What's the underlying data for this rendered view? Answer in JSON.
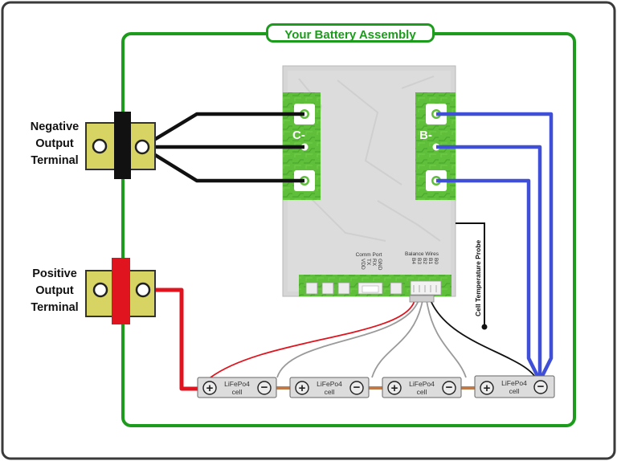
{
  "title": "Your Battery Assembly",
  "negative_terminal": [
    "Negative",
    "Output",
    "Terminal"
  ],
  "positive_terminal": [
    "Positive",
    "Output",
    "Terminal"
  ],
  "bms": {
    "c_label": "C-",
    "b_label": "B-",
    "comm_port": {
      "title": "Comm Port",
      "pins": [
        "GND",
        "RX",
        "TX",
        "VDD"
      ]
    },
    "balance": {
      "title": "Balance Wires",
      "pins": [
        "B0",
        "B1",
        "B2",
        "B3",
        "B4"
      ]
    },
    "temp_probe": "Cell Temperature Probe"
  },
  "cells": [
    {
      "name": "LiFePo4",
      "sub": "cell"
    },
    {
      "name": "LiFePo4",
      "sub": "cell"
    },
    {
      "name": "LiFePo4",
      "sub": "cell"
    },
    {
      "name": "LiFePo4",
      "sub": "cell"
    }
  ],
  "colors": {
    "frame": "#1d9b1d",
    "bms_pad": "#5fbf3a",
    "negative_wire": "#111111",
    "b_wire": "#3f4fd8",
    "positive_wire": "#e0141e",
    "balance_red": "#e0141e",
    "balance_gray": "#9a9a9a",
    "cell_link": "#c07a4a",
    "terminal_body": "#d8d463"
  }
}
